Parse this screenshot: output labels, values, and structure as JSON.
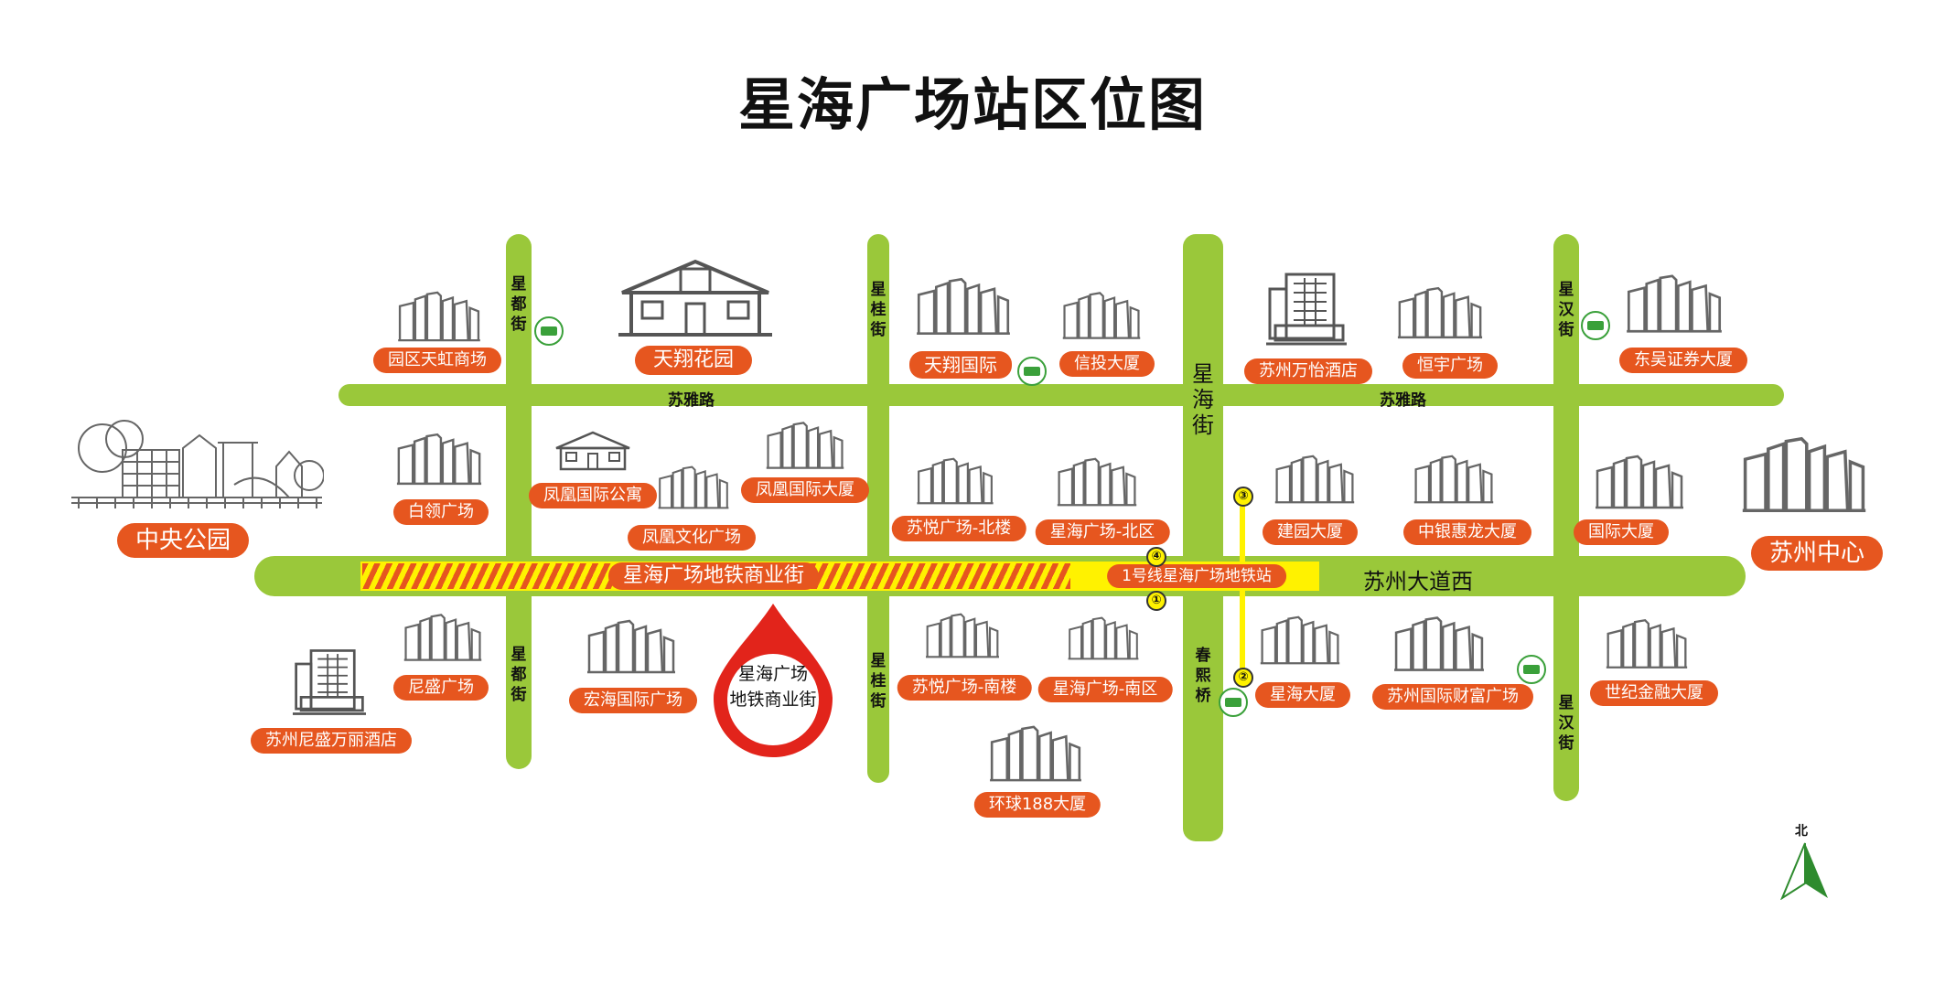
{
  "title": "星海广场站区位图",
  "roads": {
    "suya": "苏雅路",
    "suzhou_west": "苏州大道西",
    "xingdu_n": "星都街",
    "xingdu_s": "星都街",
    "xinggui_n": "星桂街",
    "xinggui_s": "星桂街",
    "xinghai_st": "星海街",
    "chunxi_bridge": "春熙桥",
    "xinghan_n": "星汉街",
    "xinghan_s": "星汉街"
  },
  "metro": {
    "commercial_street": "星海广场地铁商业街",
    "station": "1号线星海广场地铁站",
    "exits": [
      "①",
      "②",
      "③",
      "④"
    ],
    "pin_label_line1": "星海广场",
    "pin_label_line2": "地铁商业街"
  },
  "places": {
    "yuanqu_tianhong": "园区天虹商场",
    "tianxiang_huayuan": "天翔花园",
    "tianxiang_guoji": "天翔国际",
    "xintou": "信投大厦",
    "wanyi": "苏州万怡酒店",
    "hengyu": "恒宇广场",
    "dongwu": "东吴证券大厦",
    "zhongyang_gongyuan": "中央公园",
    "bailing": "白领广场",
    "fenghuang_gongyu": "凤凰国际公寓",
    "fenghuang_dasha": "凤凰国际大厦",
    "fenghuang_wenhua": "凤凰文化广场",
    "suyue_bei": "苏悦广场-北楼",
    "xinghai_bei": "星海广场-北区",
    "jianyuan": "建园大厦",
    "zhongyin": "中银惠龙大厦",
    "guoji_dasha": "国际大厦",
    "suzhou_zhongxin": "苏州中心",
    "nisheng": "尼盛广场",
    "nisheng_wanli": "苏州尼盛万丽酒店",
    "honghai": "宏海国际广场",
    "suyue_nan": "苏悦广场-南楼",
    "xinghai_nan": "星海广场-南区",
    "huanqiu": "环球188大厦",
    "xinghai_dasha": "星海大厦",
    "caifu": "苏州国际财富广场",
    "shiji": "世纪金融大厦"
  },
  "icons": {
    "bus": "bus-stop-icon",
    "building": "skyscraper-cluster-icon",
    "house": "house-icon",
    "hotel": "hotel-tower-icon",
    "park": "park-playground-icon",
    "pin": "location-pin-icon",
    "north": "north-arrow-icon"
  },
  "compass": {
    "label": "北"
  },
  "colors": {
    "road": "#9ac83a",
    "tag": "#e6561f",
    "metro": "#fff200",
    "pin": "#e2241b",
    "bus": "#3aa03a",
    "compass": "#2e8b2e"
  }
}
